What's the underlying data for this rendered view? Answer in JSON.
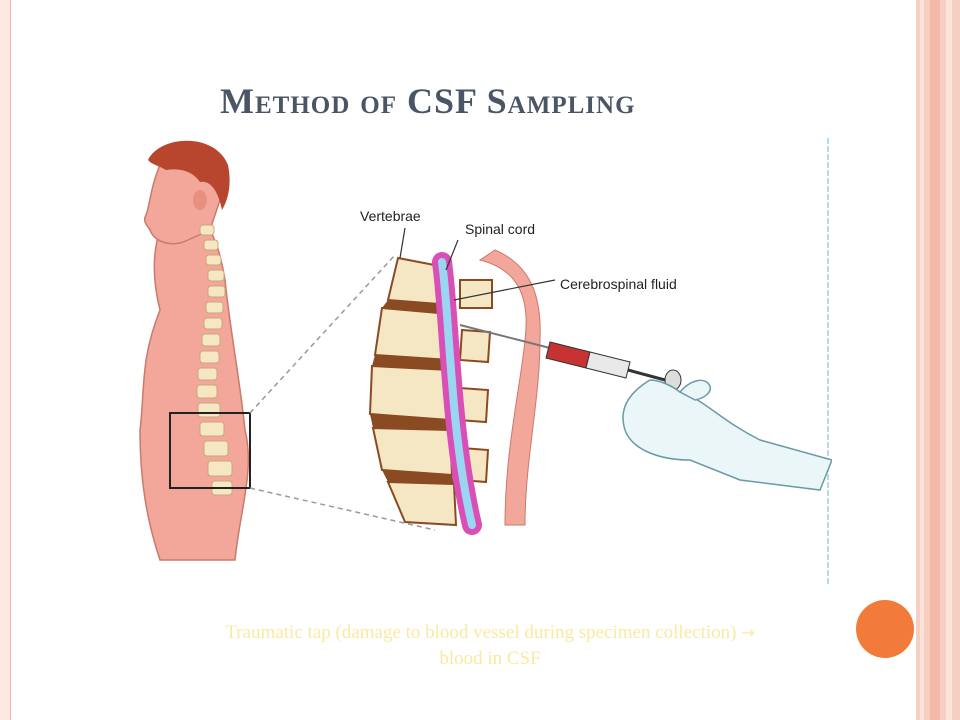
{
  "slide": {
    "title": "Method of CSF Sampling",
    "figure": {
      "labels": {
        "vertebrae": "Vertebrae",
        "spinal_cord": "Spinal cord",
        "csf": "Cerebrospinal fluid"
      }
    },
    "caption": {
      "text_before_arrow": "Traumatic tap (damage to blood vessel during specimen collection)",
      "arrow": "→",
      "text_after_arrow": "blood in CSF"
    }
  },
  "colors": {
    "title": "#4a5566",
    "caption": "#f9eaa2",
    "accent_dot": "#f27b3a",
    "border_pink": "#f7cfc2",
    "skin": "#f3a69a",
    "hair": "#b8452e",
    "bone": "#f6e7c4",
    "disc": "#8a4b22",
    "cord": "#d94fb5",
    "csf": "#9ad6f2"
  }
}
